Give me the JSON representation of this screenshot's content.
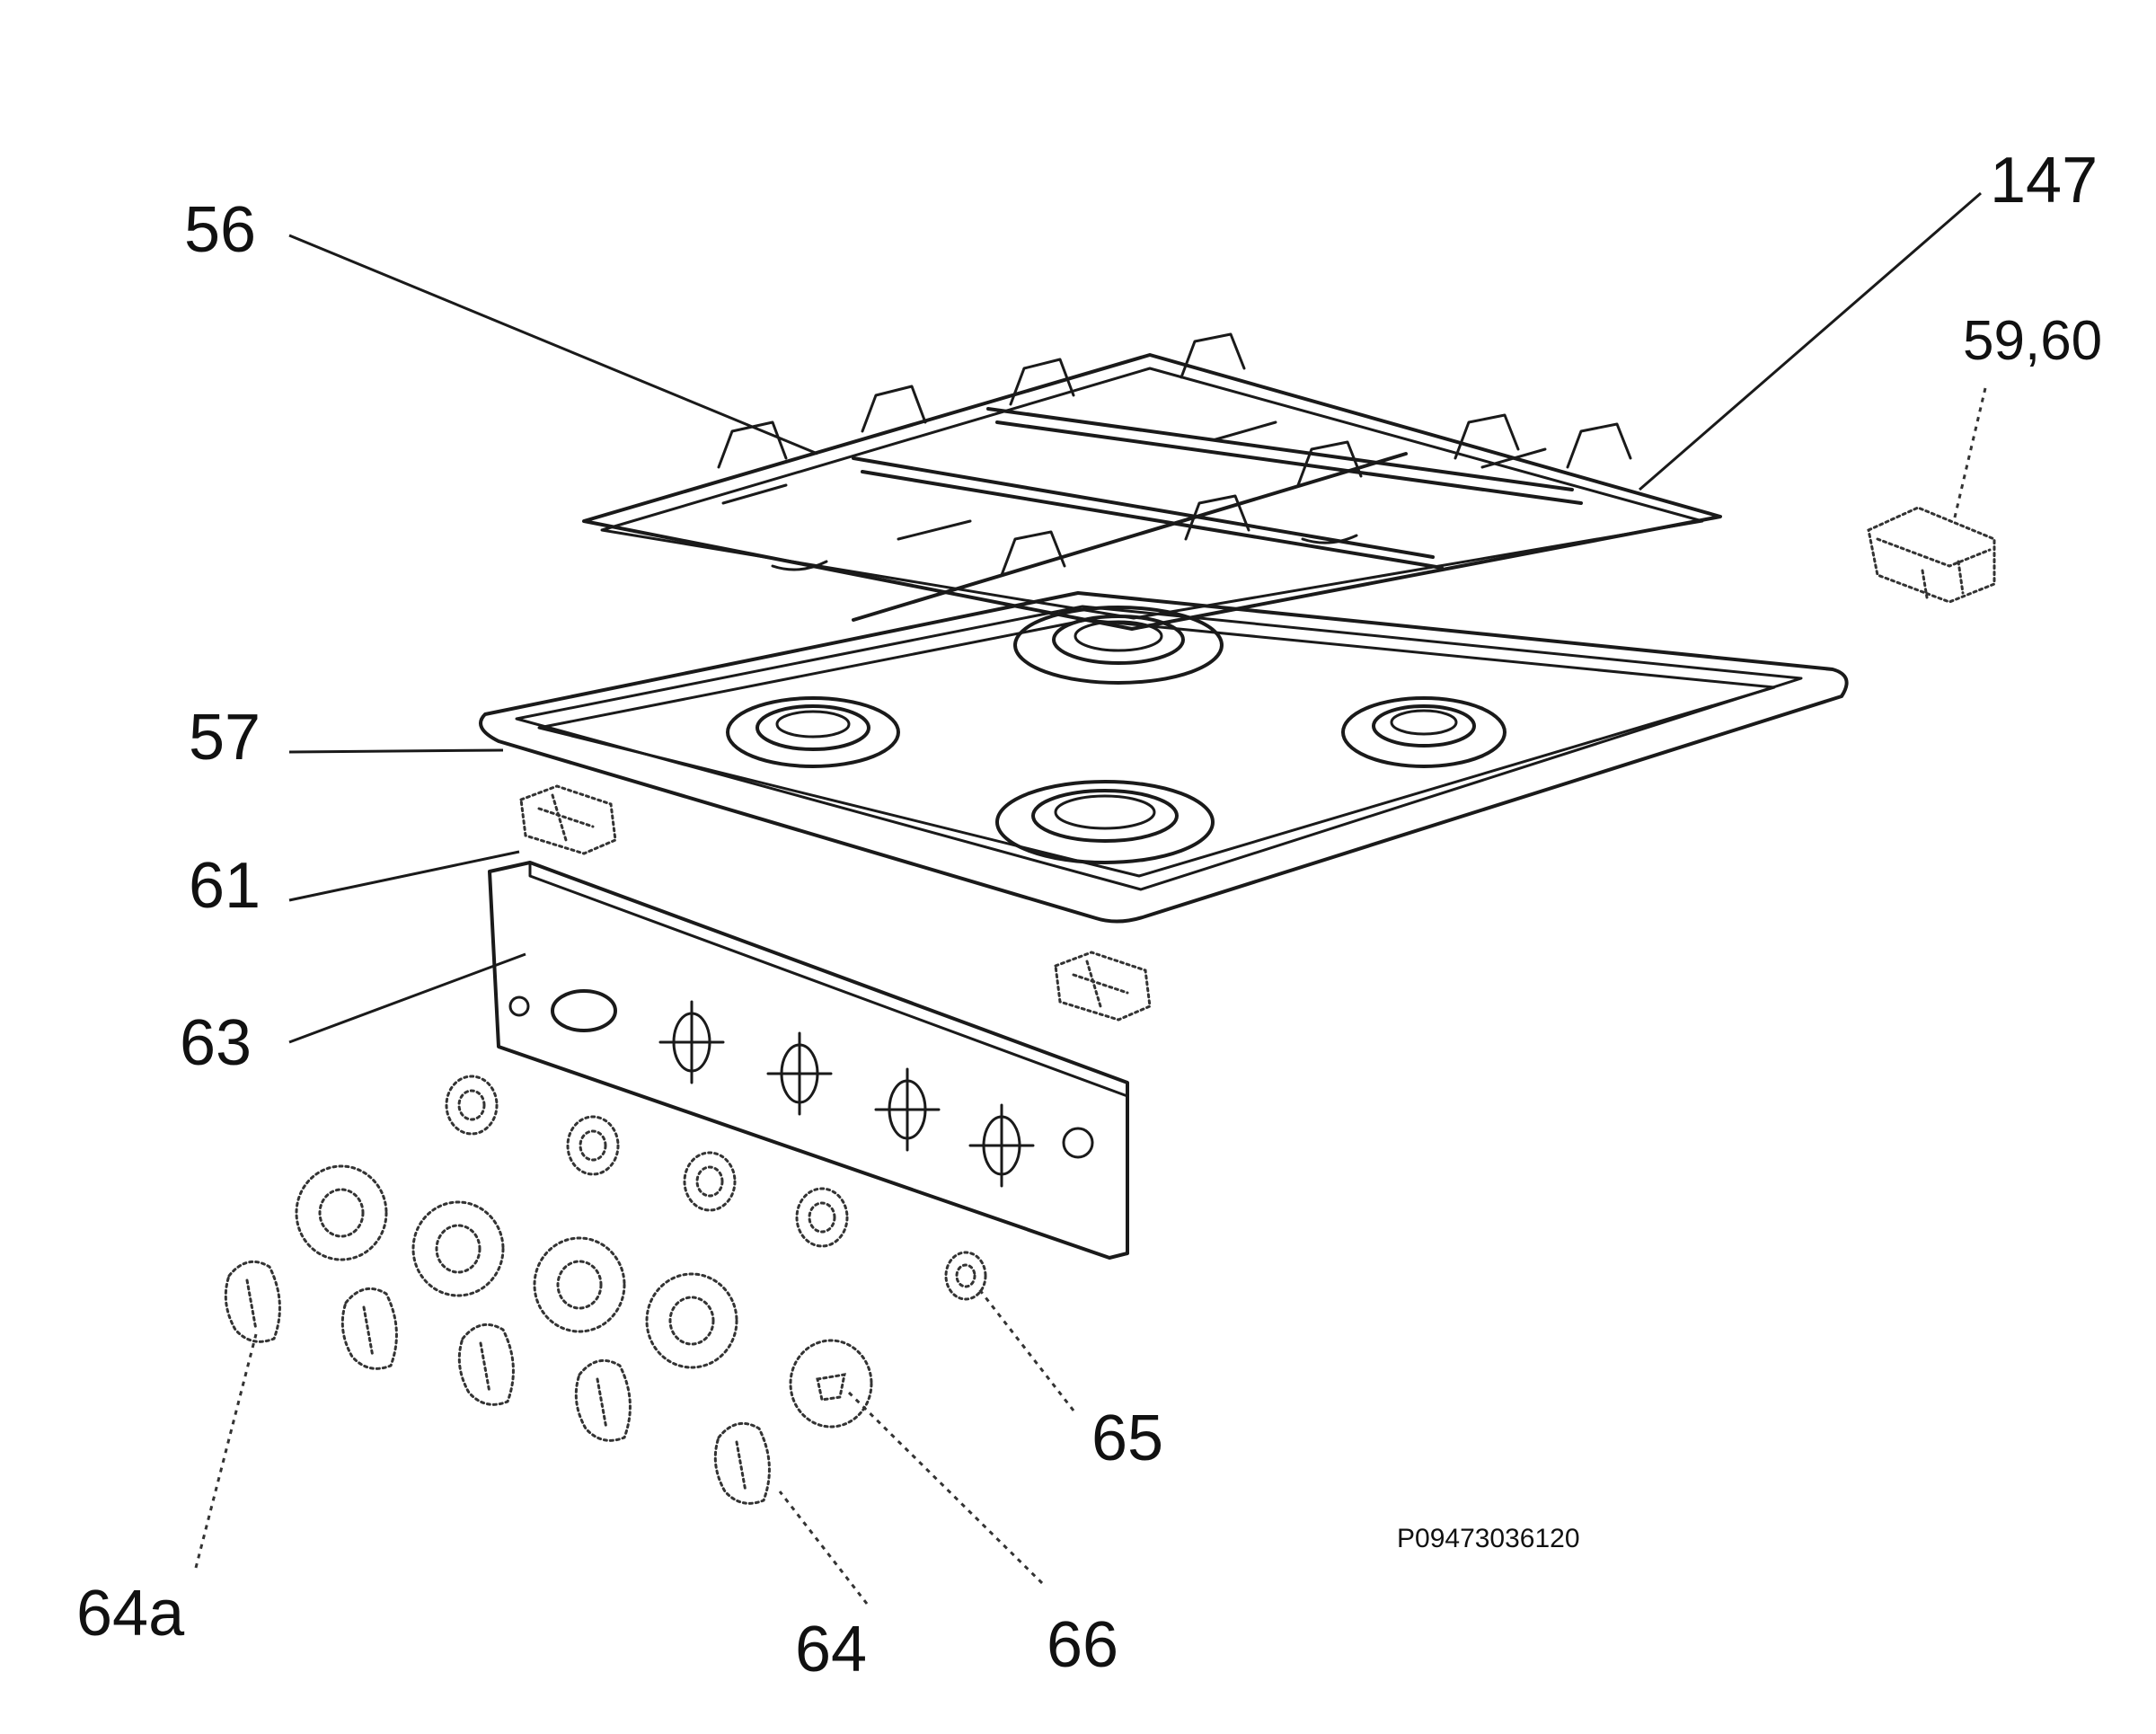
{
  "labels": {
    "grid": "56",
    "grid_right": "147",
    "clip": "59,60",
    "hob_top": "57",
    "bracket": "61",
    "control_panel": "63",
    "knob_a": "64a",
    "knob": "64",
    "spring": "65",
    "bezel": "66"
  },
  "drawing_code": "P09473036120"
}
